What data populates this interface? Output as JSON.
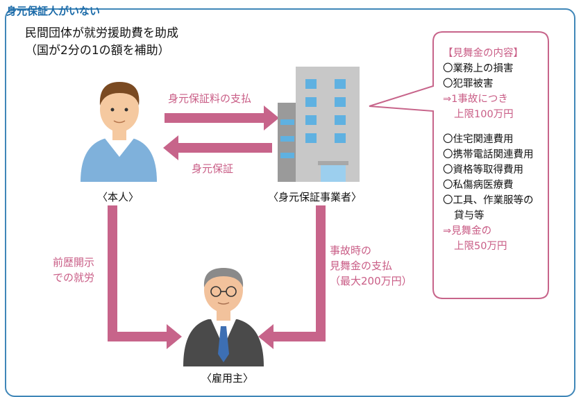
{
  "top_title": "身元保証人がいない",
  "heading": {
    "line1": "民間団体が就労援助費を助成",
    "line2": "（国が2分の1の額を補助）"
  },
  "arrows": {
    "pay_fee": "身元保証料の支払",
    "guarantee": "身元保証",
    "prior_record": [
      "前歴開示",
      "での就労"
    ],
    "accident_payment": [
      "事故時の",
      "見舞金の支払",
      "（最大200万円）"
    ]
  },
  "nodes": {
    "person": "〈本人〉",
    "guarantor": "〈身元保証事業者〉",
    "employer": "〈雇用主〉"
  },
  "callout": {
    "title": "【見舞金の内容】",
    "group1": [
      "〇業務上の損害",
      "〇犯罪被害"
    ],
    "limit1": [
      "⇒1事故につき",
      "上限100万円"
    ],
    "group2": [
      "〇住宅関連費用",
      "〇携帯電話関連費用",
      "〇資格等取得費用",
      "〇私傷病医療費",
      "〇工具、作業服等の",
      "貸与等"
    ],
    "limit2": [
      "⇒見舞金の",
      "上限50万円"
    ]
  },
  "colors": {
    "frame": "#3f86b8",
    "accent": "#c95d86",
    "arrow": "#c7648a"
  }
}
